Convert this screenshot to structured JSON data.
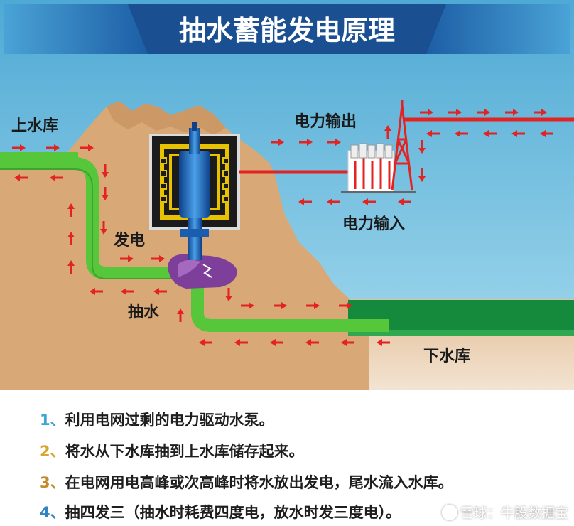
{
  "title": "抽水蓄能发电原理",
  "labels": {
    "upper_reservoir": "上水库",
    "lower_reservoir": "下水库",
    "power_output": "电力输出",
    "power_input": "电力输入",
    "generate": "发电",
    "pump": "抽水"
  },
  "notes": [
    {
      "num": "1、",
      "text": "利用电网过剩的电力驱动水泵。"
    },
    {
      "num": "2、",
      "text": "将水从下水库抽到上水库储存起来。"
    },
    {
      "num": "3、",
      "text": "在电网用电高峰或次高峰时将水放出发电，尾水流入水库。"
    },
    {
      "num": "4、",
      "text": "抽四发三（抽水时耗费四度电，放水时发三度电）。"
    }
  ],
  "watermark": "雪球：牛股数据宝",
  "colors": {
    "title_bg": "#1e63a8",
    "sky": "#7fcbe3",
    "mountain": "#d9ab7a",
    "ground": "#e6c8a6",
    "pipe": "#56c63b",
    "arrow": "#e32222",
    "lower_water": "#168a3c"
  }
}
